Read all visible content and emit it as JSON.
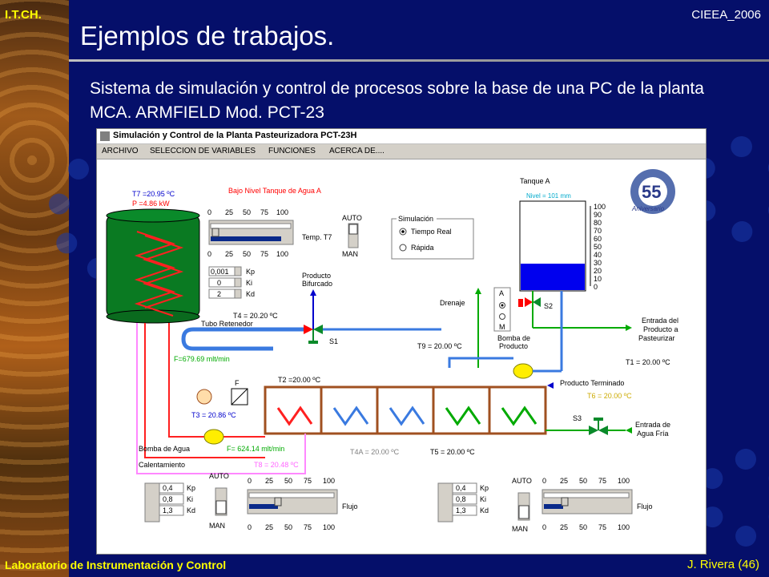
{
  "slide": {
    "header_left": "I.T.CH.",
    "header_right": "CIEEA_2006",
    "title": "Ejemplos de trabajos.",
    "subtitle": "Sistema de simulación y control de procesos sobre la base de una PC de la planta MCA. ARMFIELD Mod. PCT-23",
    "footer_left": "Laboratorio de Instrumentación y Control",
    "footer_right": "J. Rivera (46)"
  },
  "window": {
    "title": "Simulación y Control de la Planta Pasteurizadora PCT-23H",
    "menu": [
      "ARCHIVO",
      "SELECCION DE VARIABLES",
      "FUNCIONES",
      "ACERCA DE...."
    ]
  },
  "diagram": {
    "t7": "T7 =20.95 ºC",
    "p": "P =4.86 kW",
    "alarm": "Bajo Nivel Tanque de Agua A",
    "tanque_a": "Tanque A",
    "nivel": "Nivel = 101 mm",
    "logo_number": "55",
    "logo_text": "Aniversario",
    "temp_t7": "Temp. T7",
    "auto": "AUTO",
    "man": "MAN",
    "sim_group": "Simulación",
    "sim_opt1": "Tiempo Real",
    "sim_opt2": "Rápida",
    "scale": [
      "0",
      "25",
      "50",
      "75",
      "100"
    ],
    "tank_scale": [
      "100",
      "90",
      "80",
      "70",
      "60",
      "50",
      "40",
      "30",
      "20",
      "10",
      "0"
    ],
    "kp": "Kp",
    "ki": "Ki",
    "kd": "Kd",
    "pid1": [
      "0,001",
      "0",
      "2"
    ],
    "pid2": [
      "0,4",
      "0,8",
      "1,3"
    ],
    "pid3": [
      "0,4",
      "0,8",
      "1,3"
    ],
    "producto_bif_1": "Producto",
    "producto_bif_2": "Bifurcado",
    "t4": "T4 = 20.20 ºC",
    "drenaje": "Drenaje",
    "a": "A",
    "m": "M",
    "s2": "S2",
    "s1": "S1",
    "s3": "S3",
    "tubo": "Tubo Retenedor",
    "f1": "F=679.69 mlt/min",
    "t9": "T9 = 20.00 ºC",
    "bomba_prod_1": "Bomba de",
    "bomba_prod_2": "Producto",
    "entrada_prod_1": "Entrada del",
    "entrada_prod_2": "Producto a",
    "entrada_prod_3": "Pasteurizar",
    "t1": "T1 = 20.00 ºC",
    "f_label": "F",
    "t2": "T2 =20.00 ºC",
    "prod_term": "Producto Terminado",
    "t6": "T6 = 20.00 ºC",
    "t3": "T3 = 20.86 ºC",
    "entrada_agua_1": "Entrada de",
    "entrada_agua_2": "Agua Fría",
    "bomba_agua": "Bomba de Agua",
    "f2": "F= 624.14 mlt/min",
    "t4a": "T4A = 20.00 ºC",
    "t5": "T5 = 20.00 ºC",
    "calentamiento": "Calentamiento",
    "t8": "T8 = 20.48 ºC",
    "flujo": "Flujo"
  }
}
